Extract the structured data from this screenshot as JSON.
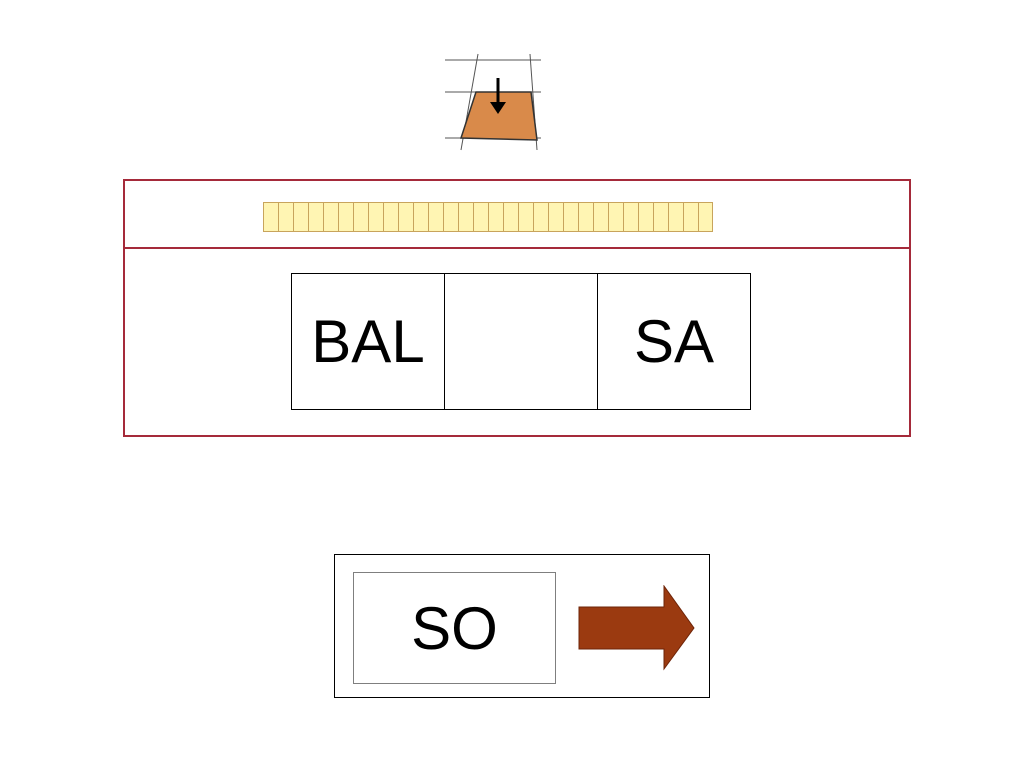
{
  "puzzle": {
    "syllables": [
      "BAL",
      "",
      "SA"
    ],
    "strip_cell_count": 30
  },
  "answer": {
    "option_text": "SO"
  },
  "icons": {
    "tile": "paving-tile-down-arrow-icon",
    "next": "right-arrow-icon"
  },
  "colors": {
    "panel_border": "#a52a3a",
    "strip_fill": "#fff5b3",
    "tile_fill": "#d98a4a",
    "arrow_fill": "#9b3a10"
  }
}
